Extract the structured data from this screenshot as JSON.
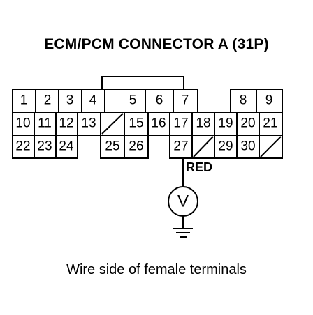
{
  "title": "ECM/PCM CONNECTOR A (31P)",
  "caption": "Wire side of female terminals",
  "wire_color": "RED",
  "meter_symbol": "V",
  "pins": {
    "p1": "1",
    "p2": "2",
    "p3": "3",
    "p4": "4",
    "p5": "5",
    "p6": "6",
    "p7": "7",
    "p8": "8",
    "p9": "9",
    "p10": "10",
    "p11": "11",
    "p12": "12",
    "p13": "13",
    "p15": "15",
    "p16": "16",
    "p17": "17",
    "p18": "18",
    "p19": "19",
    "p20": "20",
    "p21": "21",
    "p22": "22",
    "p23": "23",
    "p24": "24",
    "p25": "25",
    "p26": "26",
    "p27": "27",
    "p29": "29",
    "p30": "30"
  }
}
